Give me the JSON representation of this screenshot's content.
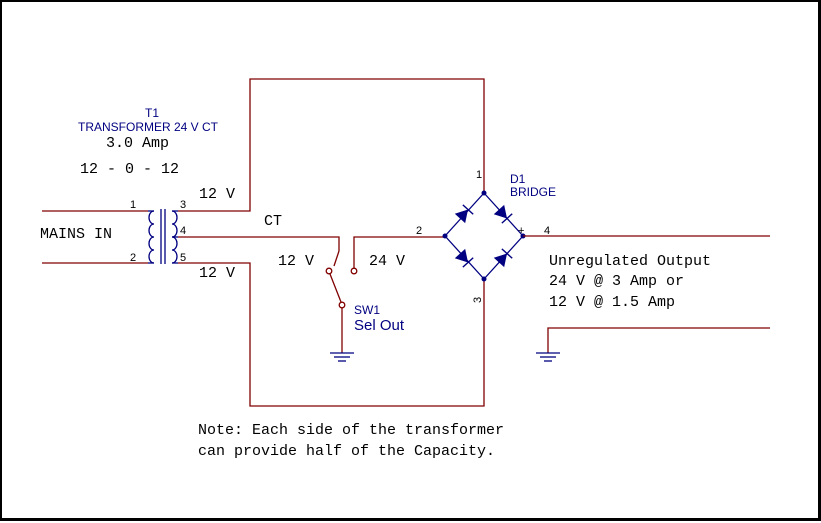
{
  "transformer": {
    "ref": "T1",
    "name": "TRANSFORMER 24 V CT",
    "rating": "3.0 Amp",
    "winding": "12 - 0 - 12",
    "pins": [
      "1",
      "2",
      "3",
      "4",
      "5"
    ]
  },
  "mains_label": "MAINS IN",
  "secondary": {
    "top": "12 V",
    "ct": "CT",
    "bottom": "12 V"
  },
  "switch": {
    "ref": "SW1",
    "name": "Sel Out",
    "pos_left": "12 V",
    "pos_right": "24 V"
  },
  "bridge": {
    "ref": "D1",
    "name": "BRIDGE",
    "pins": [
      "1",
      "2",
      "3",
      "4"
    ],
    "plus": "+"
  },
  "output": {
    "line1": "Unregulated Output",
    "line2": "24 V @ 3 Amp or",
    "line3": "12 V @ 1.5 Amp"
  },
  "note": {
    "line1": "Note: Each side of the transformer",
    "line2": "can provide half of the Capacity."
  },
  "colors": {
    "wire": "#800000",
    "component": "#000080",
    "text": "#000000",
    "border": "#000000"
  }
}
